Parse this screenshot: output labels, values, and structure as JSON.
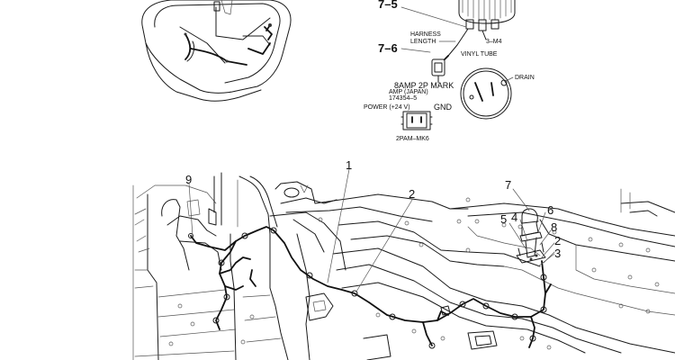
{
  "detail_labels": {
    "ref_7_5": "7–5",
    "ref_7_6": "7–6",
    "harness_length": "HARNESS\nLENGTH",
    "vinyl_tube": "VINYL TUBE",
    "drain": "DRAIN",
    "ref_3_m4": "3–M4",
    "amp_mark": "8AMP 2P MARK",
    "amp_japan": "AMP (JAPAN)",
    "part_no": "174354–5",
    "power": "POWER (+24 V)",
    "gnd": "GND",
    "connector_code": "2PAM–MK6"
  },
  "callouts": {
    "c1": "1",
    "c2a": "2",
    "c2b": "2",
    "c3": "3",
    "c4": "4",
    "c5": "5",
    "c6": "6",
    "c7": "7",
    "c8": "8",
    "c9": "9"
  }
}
